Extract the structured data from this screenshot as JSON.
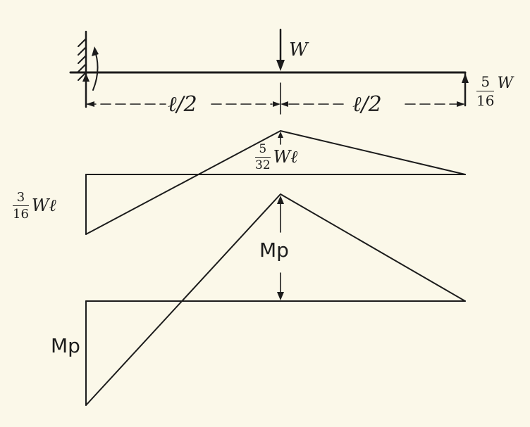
{
  "beam": {
    "load_label": "W",
    "span_left": "ℓ/2",
    "span_right": "ℓ/2",
    "reaction": {
      "num": "5",
      "den": "16",
      "sym": "W"
    }
  },
  "elastic_diagram": {
    "peak": {
      "num": "5",
      "den": "32",
      "sym": "Wℓ"
    },
    "support": {
      "num": "3",
      "den": "16",
      "sym": "Wℓ"
    }
  },
  "plastic_diagram": {
    "peak_label": "Mp",
    "support_label": "Mp"
  },
  "colors": {
    "ink": "#1c1c1c",
    "paper": "#fbf8e9"
  }
}
